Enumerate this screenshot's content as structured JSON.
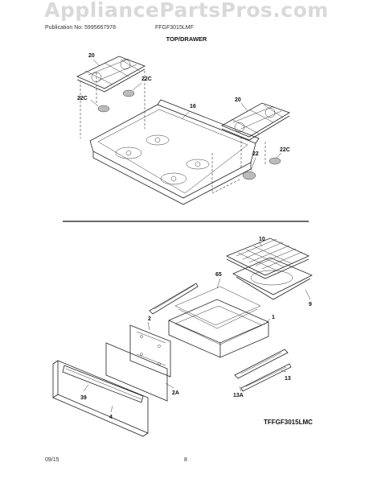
{
  "watermark": "AppliancePartsPros.com",
  "header": {
    "publication": "Publication No: 5995667978",
    "model_header": "FFGF3015LMF",
    "section_title": "TOP/DRAWER"
  },
  "callouts": {
    "grate_left": "20",
    "cap_left_a": "22C",
    "cap_left_b": "22C",
    "cooktop": "16",
    "grate_right": "20",
    "cap_right": "22C",
    "burner_base": "22",
    "broil_pan_insert": "10",
    "broil_pan": "9",
    "drawer_liner": "65",
    "drawer": "1",
    "drawer_back": "2",
    "drawer_front": "2A",
    "slide_right": "13",
    "slide_right_b": "13A",
    "drawer_handle": "39",
    "drawer_panel": "4"
  },
  "model_code": "TFFGF3015LMC",
  "footer": {
    "date": "09/15",
    "page": "8"
  }
}
